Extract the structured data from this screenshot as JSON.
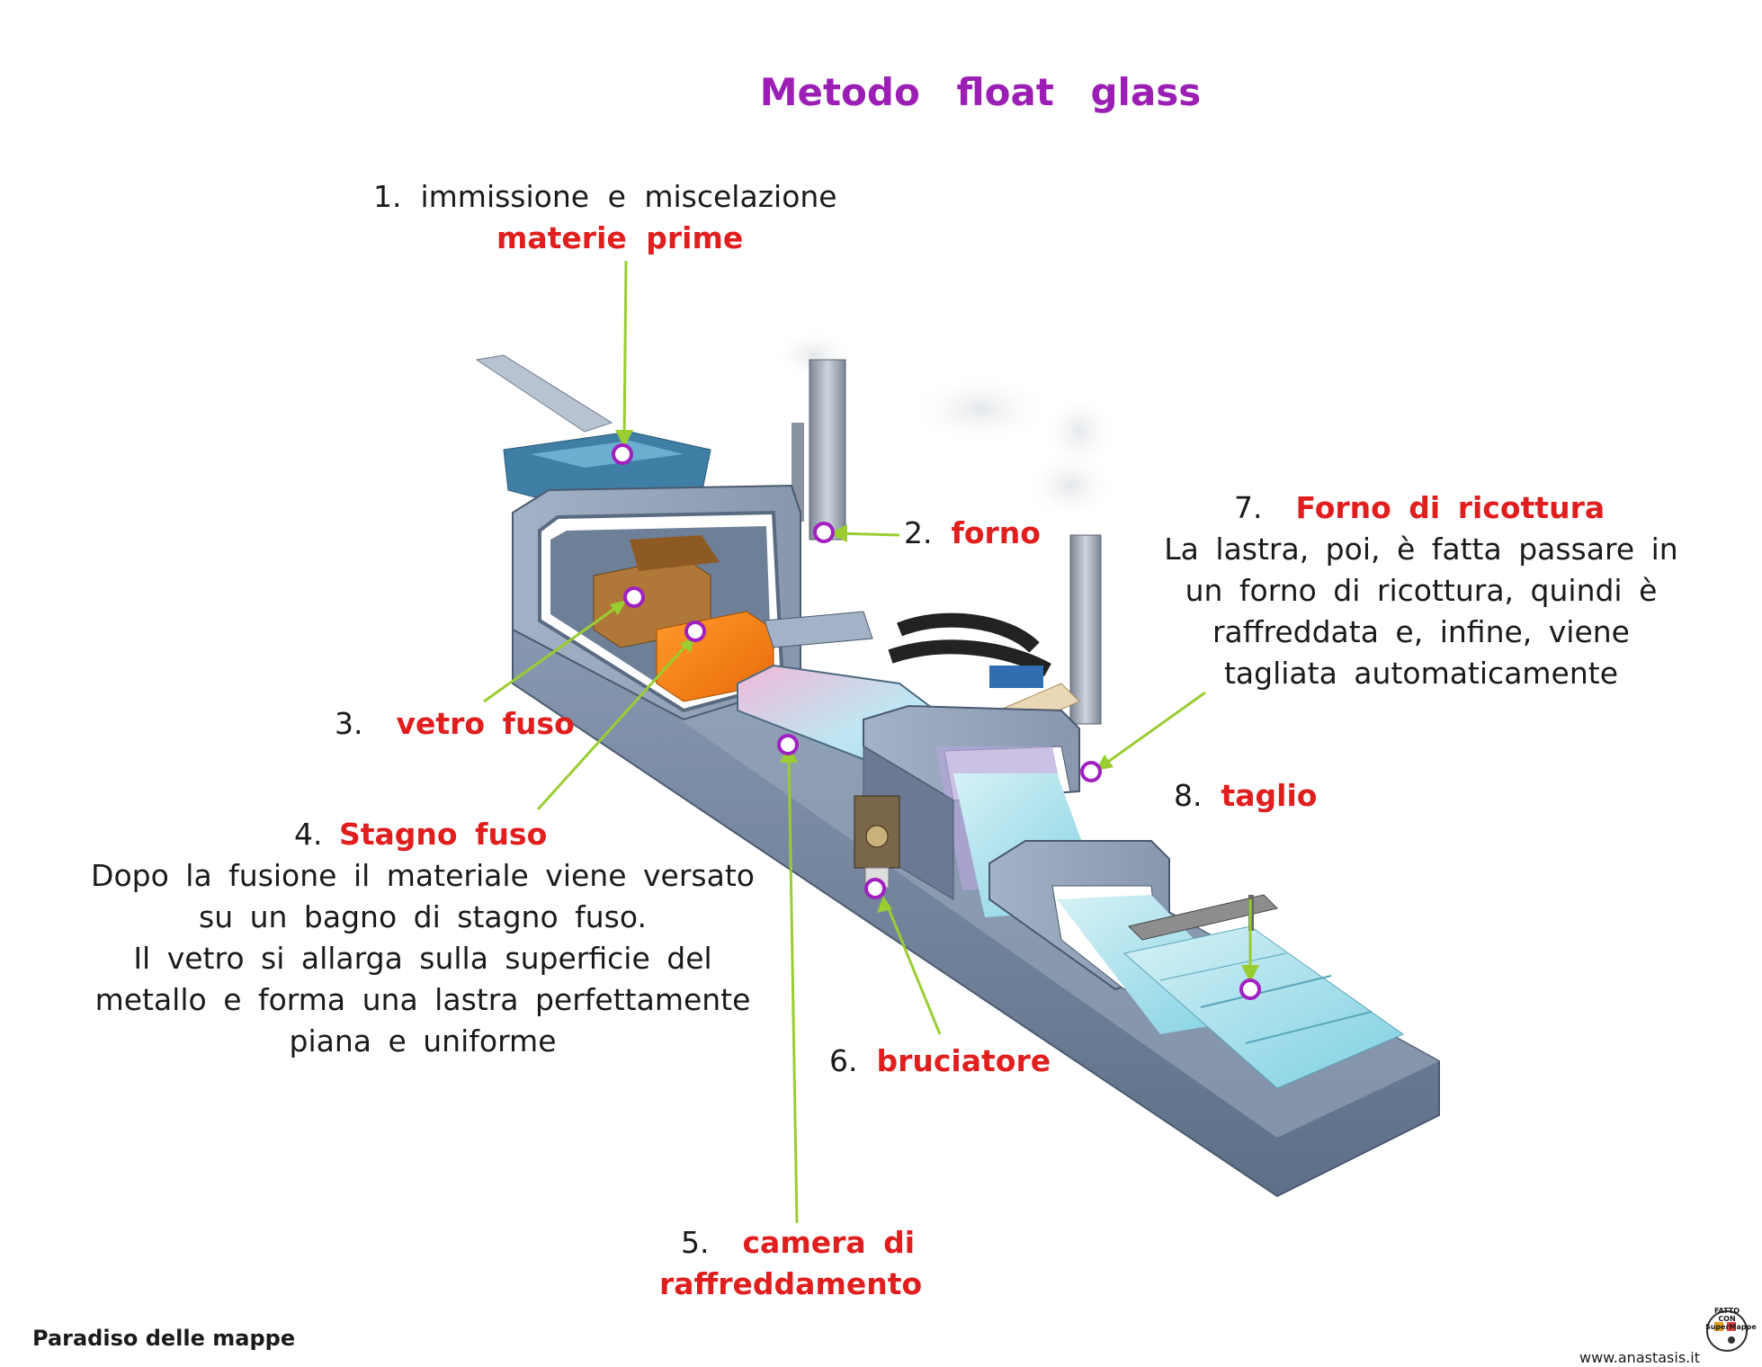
{
  "title": "Metodo float glass",
  "labels": [
    {
      "id": "1",
      "num": "1.",
      "name": "materie prime",
      "pre": "immissione e miscelazione"
    },
    {
      "id": "2",
      "num": "2.",
      "name": "forno"
    },
    {
      "id": "3",
      "num": "3.",
      "name": "vetro fuso"
    },
    {
      "id": "4",
      "num": "4.",
      "name": "Stagno fuso",
      "desc": [
        "Dopo la fusione il materiale viene versato",
        "su un bagno di stagno fuso.",
        "Il vetro si allarga sulla superficie del",
        "metallo e forma una lastra perfettamente",
        "piana e uniforme"
      ]
    },
    {
      "id": "5",
      "num": "5.",
      "name": "camera di",
      "name2": "raffreddamento"
    },
    {
      "id": "6",
      "num": "6.",
      "name": "bruciatore"
    },
    {
      "id": "7",
      "num": "7.",
      "name": "Forno di ricottura",
      "desc": [
        "La lastra, poi, è fatta passare in",
        "un forno di ricottura, quindi è",
        "raffreddata e, infine, viene",
        "tagliata automaticamente"
      ]
    },
    {
      "id": "8",
      "num": "8.",
      "name": "taglio"
    }
  ],
  "footer": {
    "left": "Paradiso delle mappe",
    "right": "www.anastasis.it",
    "logo_text": "FATTO CON SuperMappe"
  },
  "colors": {
    "title": "#9b1fb4",
    "label_red": "#e01e1e",
    "arrow": "#9acd32",
    "marker": "#a020c0",
    "machine": "#7b8ea6"
  }
}
